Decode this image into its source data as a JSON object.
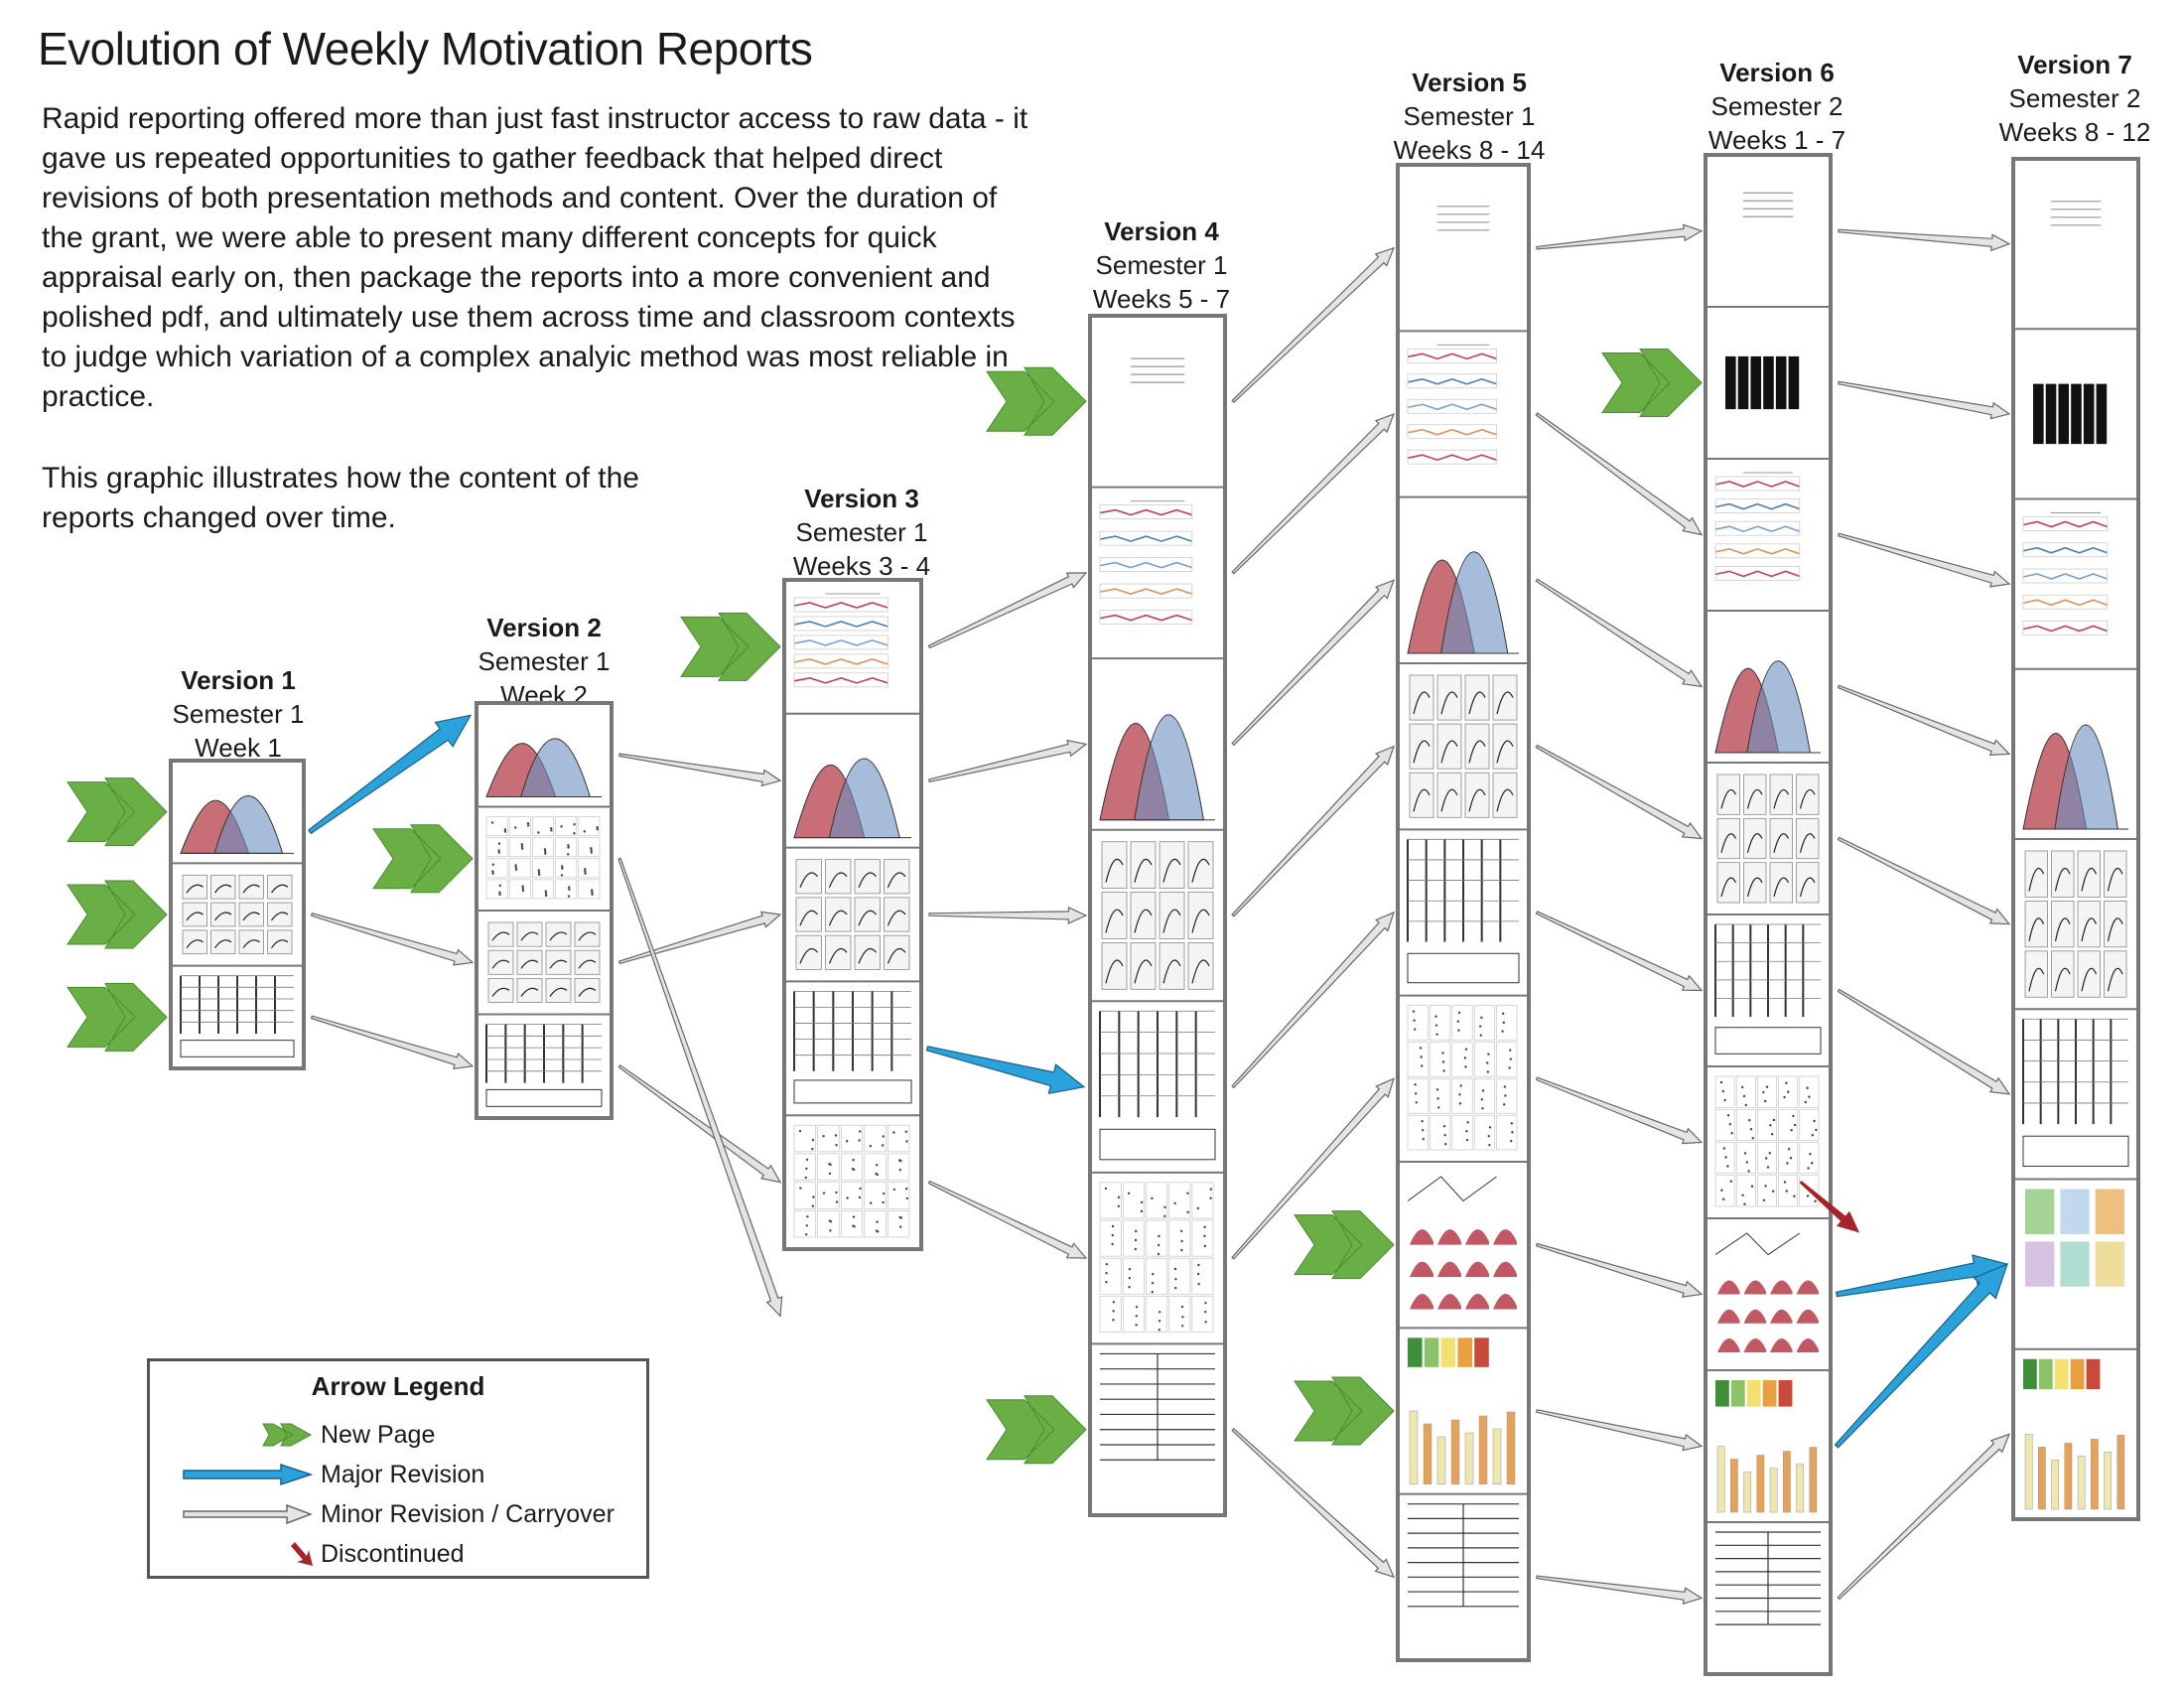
{
  "title": "Evolution of Weekly Motivation Reports",
  "intro": "Rapid reporting offered more than just fast instructor access to raw data - it gave us repeated opportunities to gather feedback that helped direct revisions of both presentation methods and content. Over the duration of the grant, we were able to present many different concepts for quick appraisal early on, then package the reports into a more convenient and polished pdf, and ultimately use them across time and classroom contexts to judge which variation of a complex analyic method was most reliable in practice.",
  "intro2": "This graphic illustrates how the content of the reports changed over time.",
  "versions": [
    {
      "name": "Version 1",
      "semester": "Semester 1",
      "weeks": "Week 1",
      "pages": 3
    },
    {
      "name": "Version 2",
      "semester": "Semester 1",
      "weeks": "Week 2",
      "pages": 4
    },
    {
      "name": "Version 3",
      "semester": "Semester 1",
      "weeks": "Weeks 3 - 4",
      "pages": 5
    },
    {
      "name": "Version 4",
      "semester": "Semester 1",
      "weeks": "Weeks 5 - 7",
      "pages": 7
    },
    {
      "name": "Version 5",
      "semester": "Semester 1",
      "weeks": "Weeks 8 - 14",
      "pages": 9
    },
    {
      "name": "Version 6",
      "semester": "Semester 2",
      "weeks": "Weeks 1 -  7",
      "pages": 10
    },
    {
      "name": "Version 7",
      "semester": "Semester 2",
      "weeks": "Weeks 8 - 12",
      "pages": 8
    }
  ],
  "legend": {
    "title": "Arrow Legend",
    "items": [
      {
        "label": "New Page",
        "type": "new",
        "color": "#6aaf46"
      },
      {
        "label": "Major Revision",
        "type": "major",
        "color": "#2aa3dc"
      },
      {
        "label": "Minor Revision / Carryover",
        "type": "minor",
        "color": "#e4e4e4"
      },
      {
        "label": "Discontinued",
        "type": "disc",
        "color": "#a3242c"
      }
    ]
  },
  "colors": {
    "new": "#6aaf46",
    "major": "#2aa3dc",
    "minor": "#e4e4e4",
    "disc": "#a3242c",
    "column_border": "#777777"
  }
}
